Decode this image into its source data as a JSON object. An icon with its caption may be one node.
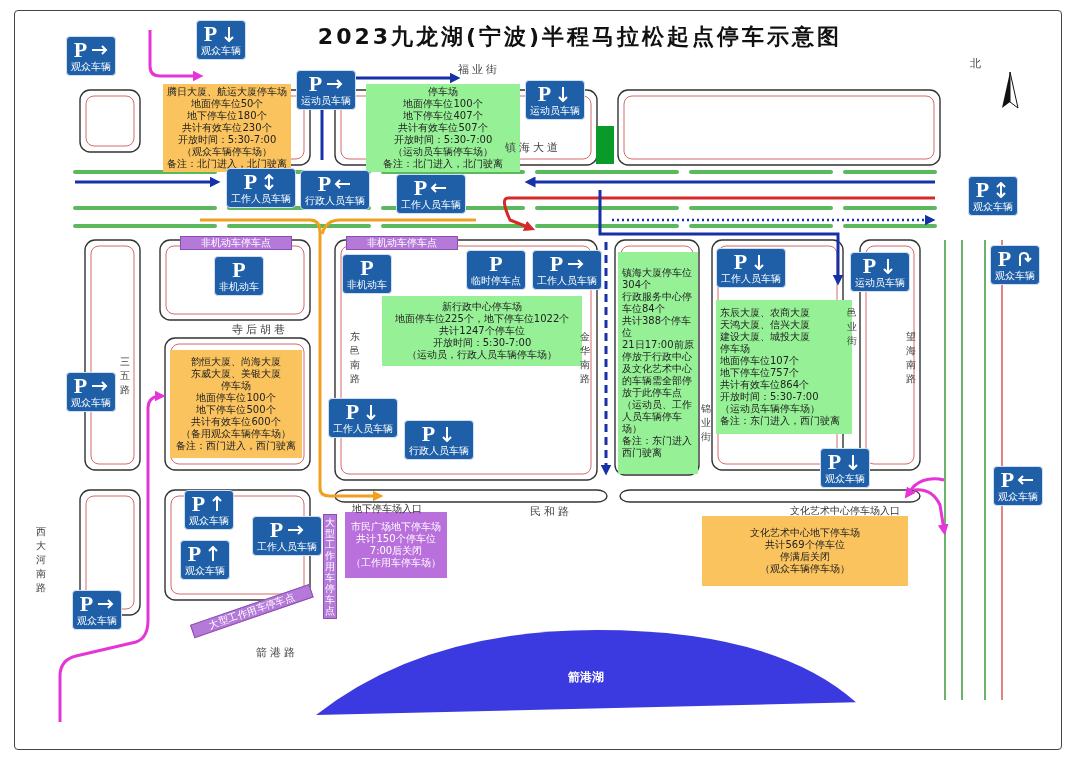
{
  "diagram": {
    "title": "2023九龙湖(宁波)半程马拉松起点停车示意图",
    "nodes": [
      {
        "text": [
          "P",
          "观众车辆"
        ]
      },
      {
        "text": [
          "P",
          "观众车辆"
        ]
      },
      {
        "text": [
          "腾日大厦、航运大厦停车场",
          "地面停车位50个",
          "地下停车位180个",
          "共计有效车位230个",
          "开放时间：5:30-7:00",
          "（观众车辆停车场）",
          "备注：北门进入，北门驶离"
        ]
      },
      {
        "text": [
          "P",
          "运动员车辆"
        ]
      },
      {
        "text": [
          "停车场",
          "地面停车位100个",
          "地下停车位407个",
          "共计有效车位507个",
          "开放时间：5:30-7:00",
          "（运动员车辆停车场）",
          "备注：北门进入，北门驶离"
        ]
      },
      {
        "text": [
          "P",
          "运动员车辆"
        ]
      },
      {
        "text": [
          "P",
          "工作人员车辆"
        ]
      },
      {
        "text": [
          "P",
          "行政人员车辆"
        ]
      },
      {
        "text": [
          "P",
          "工作人员车辆"
        ]
      },
      {
        "text": [
          "P",
          "观众车辆"
        ]
      },
      {
        "text": [
          "非机动车停车点"
        ]
      },
      {
        "text": [
          "P",
          "非机动车"
        ]
      },
      {
        "text": [
          "非机动车停车点"
        ]
      },
      {
        "text": [
          "P",
          "非机动车"
        ]
      },
      {
        "text": [
          "P",
          "临时停车点"
        ]
      },
      {
        "text": [
          "P",
          "工作人员车辆"
        ]
      },
      {
        "text": [
          "新行政中心停车场",
          "地面停车位225个，地下停车位1022个",
          "共计1247个停车位",
          "开放时间：5:30-7:00",
          "（运动员，行政人员车辆停车场）"
        ]
      },
      {
        "text": [
          "镇海大厦停车位304个",
          "行政服务中心停车位84个",
          "共计388个停车位",
          "21日17:00前原停放于行政中心及文化艺术中心的车辆需全部停放于此停车点",
          "（运动员、工作人员车辆停车场）",
          "备注：东门进入西门驶离"
        ]
      },
      {
        "text": [
          "P",
          "工作人员车辆"
        ]
      },
      {
        "text": [
          "P",
          "运动员车辆"
        ]
      },
      {
        "text": [
          "东辰大厦、农商大厦",
          "天鸿大厦、信兴大厦",
          "建设大厦、城投大厦",
          "停车场",
          "地面停车位107个",
          "地下停车位757个",
          "共计有效车位864个",
          "开放时间：5:30-7:00",
          "（运动员车辆停车场）",
          "备注：东门进入，西门驶离"
        ]
      },
      {
        "text": [
          "P",
          "观众车辆"
        ]
      },
      {
        "text": [
          "韵恒大厦、尚海大厦",
          "东威大厦、美银大厦",
          "停车场",
          "地面停车位100个",
          "地下停车位500个",
          "共计有效车位600个",
          "（备用观众车辆停车场）",
          "备注：西门进入，西门驶离"
        ]
      },
      {
        "text": [
          "P",
          "观众车辆"
        ]
      },
      {
        "text": [
          "P",
          "工作人员车辆"
        ]
      },
      {
        "text": [
          "P",
          "行政人员车辆"
        ]
      },
      {
        "text": [
          "P",
          "观众车辆"
        ]
      },
      {
        "text": [
          "P",
          "观众车辆"
        ]
      },
      {
        "text": [
          "P",
          "观众车辆"
        ]
      },
      {
        "text": [
          "市民广场地下停车场",
          "共计150个停车位",
          "7:00后关闭",
          "（工作用车停车场）"
        ]
      },
      {
        "text": [
          "文化艺术中心地下停车场",
          "共计569个停车位",
          "停满后关闭",
          "（观众车辆停车场）"
        ]
      },
      {
        "text": [
          "P",
          "工作人员车辆"
        ]
      },
      {
        "text": [
          "大型工作用车停车点"
        ]
      },
      {
        "text": [
          "P",
          "观众车辆"
        ]
      },
      {
        "text": [
          "P",
          "观众车辆"
        ]
      },
      {
        "text": [
          "大型工作用车停车点"
        ]
      },
      {
        "text": [
          "箭港湖"
        ]
      }
    ],
    "labels": [
      "北",
      "福业街",
      "镇海大道",
      "寺后胡巷",
      "三五路",
      "东邑南路",
      "金华南路",
      "锦业街",
      "邑业街",
      "望海南路",
      "地下停车场入口",
      "民和路",
      "文化艺术中心停车场入口",
      "西大河南路",
      "箭港路"
    ]
  }
}
